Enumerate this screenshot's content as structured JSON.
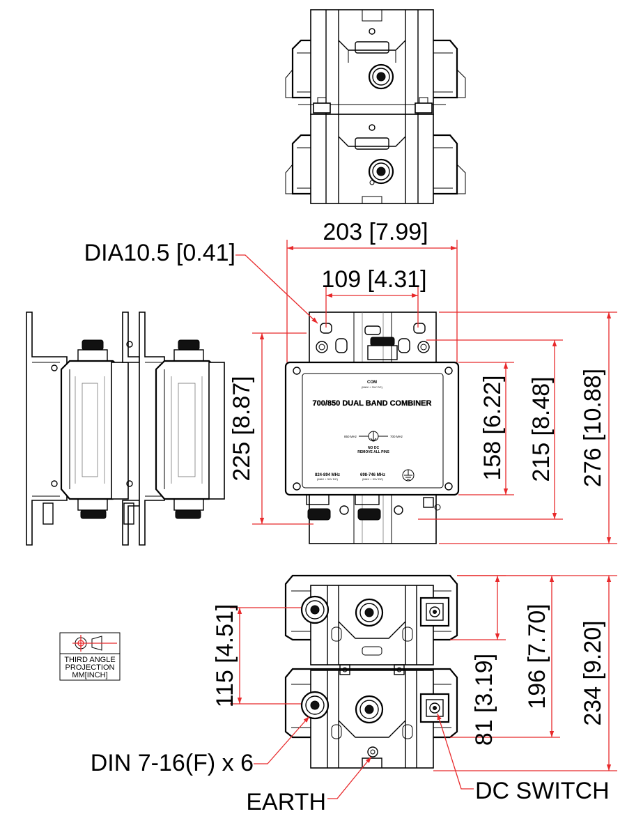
{
  "dimensions": {
    "overall_width": "203 [7.99]",
    "bracket_hole_spacing": "109 [4.31]",
    "mount_hole_diameter": "DIA10.5 [0.41]",
    "side_view_height": "225 [8.87]",
    "body_height": "158 [6.22]",
    "hole_center_height": "215 [8.48]",
    "overall_height": "276 [10.88]",
    "connector_spacing": "115 [4.51]",
    "bracket_offset": "81 [3.19]",
    "stack_height": "196 [7.70]",
    "overall_stack_height": "234 [9.20]"
  },
  "callouts": {
    "connectors": "DIN 7-16(F) x 6",
    "earth": "EARTH",
    "dc_switch": "DC SWITCH"
  },
  "projection_symbol": {
    "line1": "THIRD ANGLE",
    "line2": "PROJECTION",
    "line3": "MM[INCH]"
  },
  "label_plate": {
    "com_port": "COM",
    "com_dc": "(MAX + 31V DC)",
    "product_name": "700/850 DUAL BAND COMBINER",
    "band_left": "850 MHz",
    "band_right": "700 MHz",
    "no_dc": "NO DC",
    "remove_pins": "REMOVE ALL PINS",
    "port1_freq": "824-894 MHz",
    "port1_dc": "(MAX + 31V DC)",
    "port2_freq": "698-746 MHz",
    "port2_dc": "(MAX + 31V DC)"
  }
}
